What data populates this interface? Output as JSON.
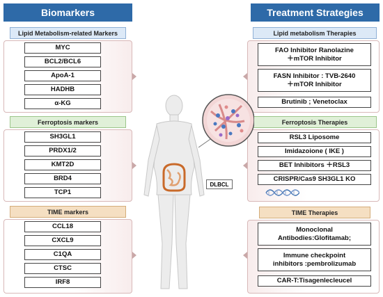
{
  "headers": {
    "left": "Biomarkers",
    "right": "Treatment Strategies"
  },
  "left": {
    "lipid": {
      "label": "Lipid Metabolism-related Markers",
      "items": [
        "MYC",
        "BCL2/BCL6",
        "ApoA-1",
        "HADHB",
        "α-KG"
      ]
    },
    "ferroptosis": {
      "label": "Ferroptosis markers",
      "items": [
        "SH3GL1",
        "PRDX1/2",
        "KMT2D",
        "BRD4",
        "TCP1"
      ]
    },
    "time": {
      "label": "TIME markers",
      "items": [
        "CCL18",
        "CXCL9",
        "C1QA",
        "CTSC",
        "IRF8"
      ]
    }
  },
  "right": {
    "lipid": {
      "label": "Lipid metabolism Therapies",
      "items": [
        [
          "FAO Inhibitor  Ranolazine",
          "＋mTOR Inhibitor"
        ],
        [
          "FASN Inhibitor : TVB-2640",
          "＋mTOR Inhibitor"
        ],
        [
          "Brutinib ; Venetoclax"
        ]
      ]
    },
    "ferroptosis": {
      "label": "Ferroptosis Therapies",
      "items": [
        "RSL3 Liposome",
        "Imidazoione ( IKE )",
        "BET Inhibitors  ＋RSL3",
        "CRISPR/Cas9 SH3GL1 KO"
      ]
    },
    "time": {
      "label": "TIME Therapies",
      "items": [
        [
          "Monoclonal",
          "Antibodies:Glofitamab;"
        ],
        [
          "Immune checkpoint",
          "inhibitors :pembrolizumab"
        ],
        [
          "CAR-T:Tisagenlecleucel"
        ]
      ]
    }
  },
  "center": {
    "label": "DLBCL"
  }
}
